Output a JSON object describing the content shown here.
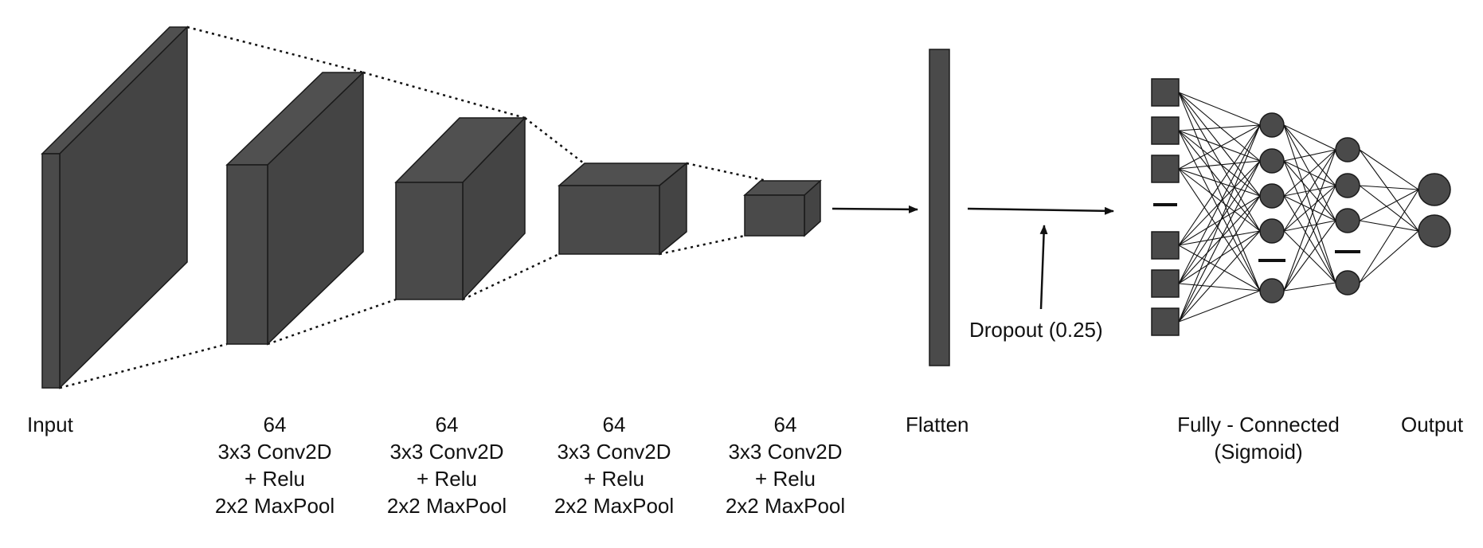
{
  "colors": {
    "fill": "#4a4a4a",
    "top_face": "#505050",
    "side_face": "#444444",
    "stroke": "#1a1a1a",
    "background": "#ffffff"
  },
  "labels": {
    "input": "Input",
    "conv_blocks": [
      {
        "filters": "64",
        "conv": "3x3 Conv2D",
        "activation": "+ Relu",
        "pool": "2x2 MaxPool"
      },
      {
        "filters": "64",
        "conv": "3x3 Conv2D",
        "activation": "+ Relu",
        "pool": "2x2 MaxPool"
      },
      {
        "filters": "64",
        "conv": "3x3 Conv2D",
        "activation": "+ Relu",
        "pool": "2x2 MaxPool"
      },
      {
        "filters": "64",
        "conv": "3x3 Conv2D",
        "activation": "+ Relu",
        "pool": "2x2 MaxPool"
      }
    ],
    "flatten": "Flatten",
    "dropout": "Dropout (0.25)",
    "fully_connected": "Fully - Connected",
    "fully_connected_activation": "(Sigmoid)",
    "output": "Output"
  },
  "network": {
    "input_layer_nodes": 6,
    "hidden_layer_1_nodes": 5,
    "hidden_layer_2_nodes": 4,
    "output_nodes": 2
  }
}
